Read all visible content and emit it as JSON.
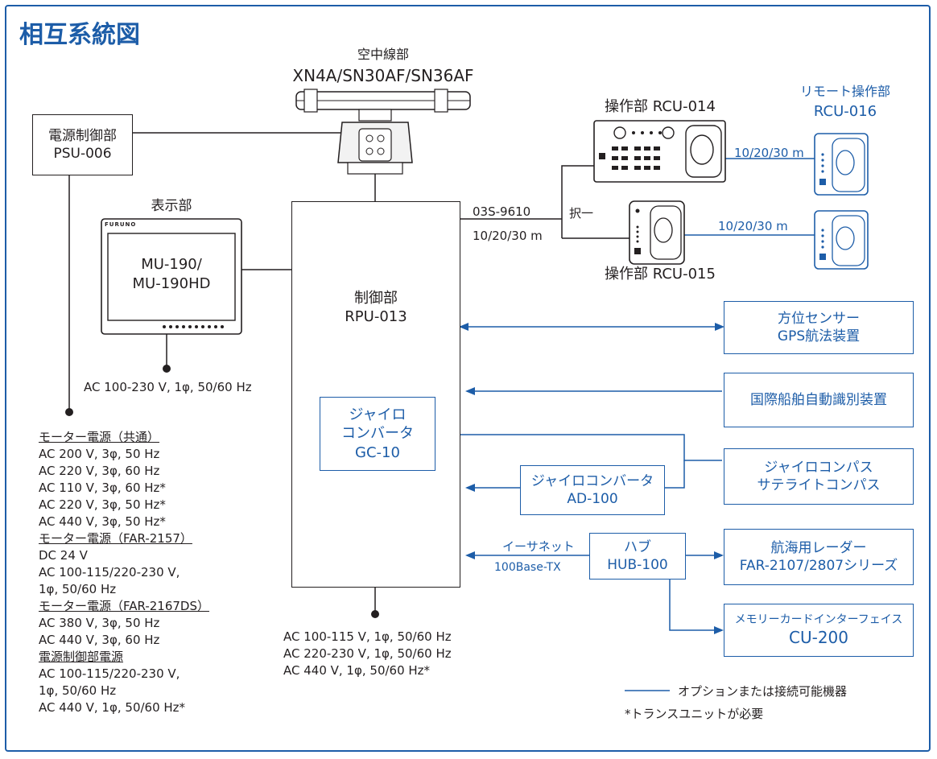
{
  "title": "相互系統図",
  "antenna": {
    "name": "空中線部",
    "model": "XN4A/SN30AF/SN36AF"
  },
  "psu": {
    "name": "電源制御部",
    "model": "PSU-006"
  },
  "display": {
    "name": "表示部",
    "brand": "FURUNO",
    "model1": "MU-190/",
    "model2": "MU-190HD",
    "power": "AC 100-230 V, 1φ, 50/60 Hz"
  },
  "rpu": {
    "name": "制御部",
    "model": "RPU-013",
    "cable1": "03S-9610",
    "cable2": "10/20/30 m",
    "select": "択一"
  },
  "rcu014": {
    "label": "操作部 RCU-014",
    "cable": "10/20/30 m"
  },
  "rcu015": {
    "label": "操作部 RCU-015",
    "cable": "10/20/30 m"
  },
  "rcu016": {
    "name": "リモート操作部",
    "model": "RCU-016"
  },
  "heading": {
    "line1": "方位センサー",
    "line2": "GPS航法装置"
  },
  "ais": {
    "line1": "国際船舶自動識別装置"
  },
  "gyro_conv": {
    "line1": "ジャイロ",
    "line2": "コンバータ",
    "line3": "GC-10"
  },
  "gyro_compass": {
    "line1": "ジャイロコンパス",
    "line2": "サテライトコンパス"
  },
  "ad100": {
    "line1": "ジャイロコンバータ",
    "line2": "AD-100"
  },
  "hub": {
    "line1": "ハブ",
    "line2": "HUB-100",
    "ethernet": "イーサネット",
    "base": "100Base-TX"
  },
  "radar": {
    "line1": "航海用レーダー",
    "line2": "FAR-2107/2807シリーズ"
  },
  "cu200": {
    "line1": "メモリーカードインターフェイス",
    "line2": "CU-200"
  },
  "rpu_power": [
    "AC 100-115 V, 1φ, 50/60 Hz",
    "AC 220-230 V, 1φ, 50/60 Hz",
    "AC 440 V, 1φ, 50/60 Hz*"
  ],
  "motor_power": {
    "h1": "モーター電源（共通）",
    "h1_items": [
      "AC 200 V, 3φ, 50 Hz",
      "AC 220 V, 3φ, 60 Hz",
      "AC 110 V, 3φ, 60 Hz*",
      "AC 220 V, 3φ, 50 Hz*",
      "AC 440 V, 3φ, 50 Hz*"
    ],
    "h2": "モーター電源（FAR-2157）",
    "h2_items": [
      "DC 24 V",
      "AC 100-115/220-230 V,",
      "1φ, 50/60 Hz"
    ],
    "h3": "モーター電源（FAR-2167DS）",
    "h3_items": [
      "AC 380 V, 3φ, 50 Hz",
      "AC 440 V, 3φ, 60 Hz"
    ],
    "h4": "電源制御部電源",
    "h4_items": [
      "AC 100-115/220-230 V,",
      "1φ, 50/60 Hz",
      "AC 440 V, 1φ, 50/60 Hz*"
    ]
  },
  "legend": {
    "option": "オプションまたは接続可能機器",
    "trans": "*トランスユニットが必要"
  },
  "colors": {
    "accent": "#1d5da8",
    "line": "#231f20"
  }
}
